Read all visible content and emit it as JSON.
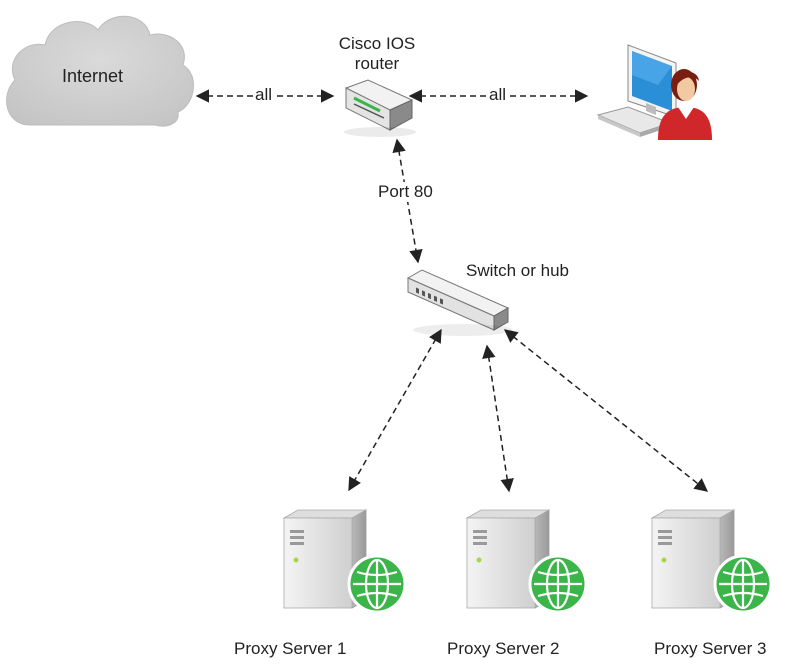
{
  "nodes": {
    "internet": {
      "label": "Internet"
    },
    "router": {
      "label_line1": "Cisco IOS",
      "label_line2": "router"
    },
    "switch": {
      "label": "Switch or hub"
    },
    "client": {
      "icon": "user-workstation-icon"
    },
    "server1": {
      "label": "Proxy Server 1"
    },
    "server2": {
      "label": "Proxy Server 2"
    },
    "server3": {
      "label": "Proxy Server 3"
    }
  },
  "links": {
    "internet_router": "all",
    "router_client": "all",
    "router_switch": "Port 80"
  },
  "colors": {
    "cloud": "#d0d0d0",
    "globe": "#3bb54a",
    "server_body": "#e6e6e6",
    "monitor_screen": "#2b8fd8",
    "person_shirt": "#d0282a",
    "line": "#222222"
  }
}
